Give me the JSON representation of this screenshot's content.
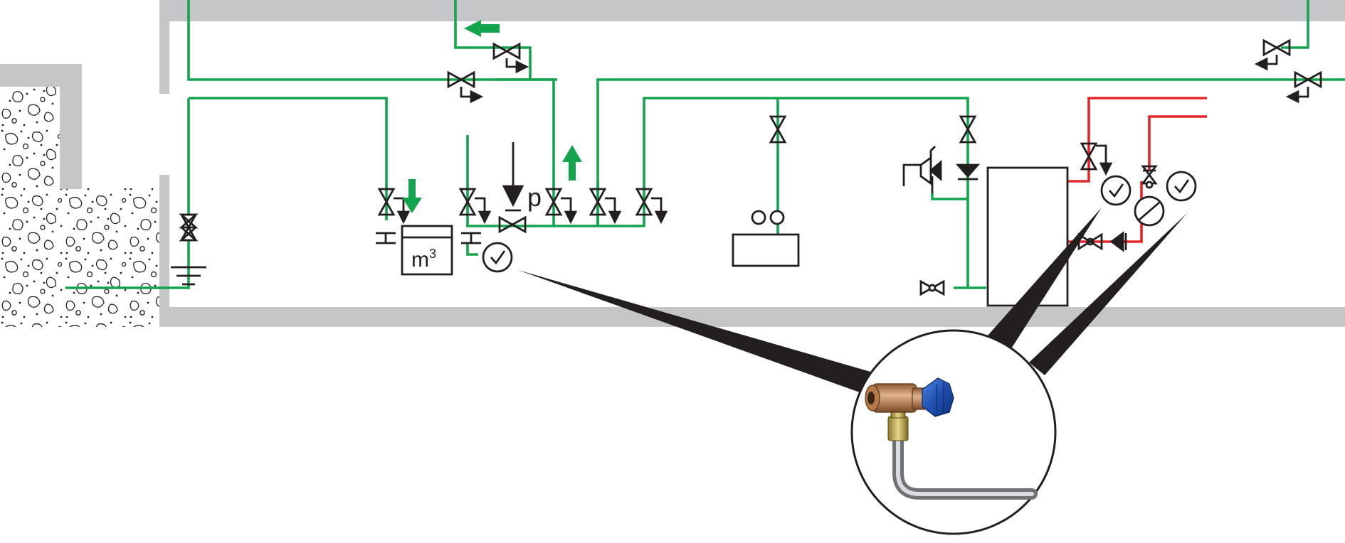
{
  "colors": {
    "wall": "#c5c6c8",
    "potable_water_pipe": "#14a44d",
    "hot_water_pipe": "#e3262a",
    "symbol": "#231f20",
    "flow_arrow": "#14a44d",
    "valve_handle": "#2457b8",
    "valve_body": "#c98a55",
    "tube": "#a9acb0"
  },
  "icons": [
    "shutoff-valve-icon",
    "drain-valve-icon",
    "flow-arrow-icon",
    "sampling-valve-icon",
    "water-meter-icon",
    "pressure-gauge-icon",
    "check-valve-icon",
    "safety-valve-icon",
    "circulation-pump-icon",
    "water-heater-icon",
    "fixture-icon"
  ],
  "labels": {
    "meter_unit": "m",
    "meter_exponent": "3",
    "pressure": "p"
  }
}
